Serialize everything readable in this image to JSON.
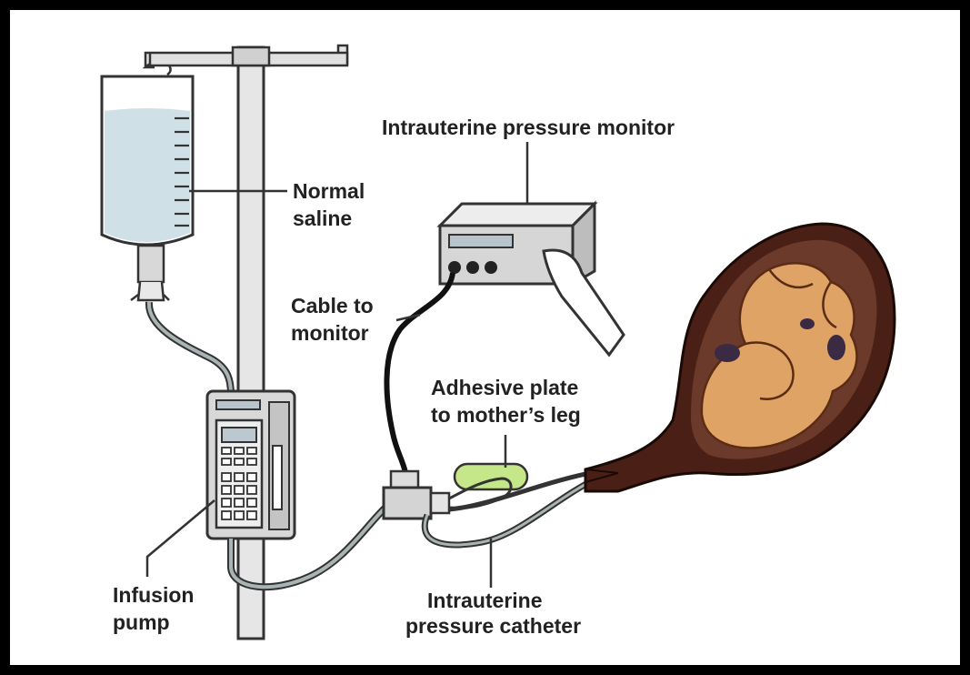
{
  "labels": {
    "monitor": "Intrauterine pressure monitor",
    "saline_line1": "Normal",
    "saline_line2": "saline",
    "cable_line1": "Cable to",
    "cable_line2": "monitor",
    "plate_line1": "Adhesive plate",
    "plate_line2": "to mother’s leg",
    "pump_line1": "Infusion",
    "pump_line2": "pump",
    "catheter_line1": "Intrauterine",
    "catheter_line2": "pressure catheter"
  },
  "colors": {
    "saline": "#cfe0e6",
    "device": "#d8d8d8",
    "uterus": "#4a2016",
    "fetus": "#e0a366",
    "plate": "#c6e68a",
    "tube": "#6e7a7a"
  }
}
